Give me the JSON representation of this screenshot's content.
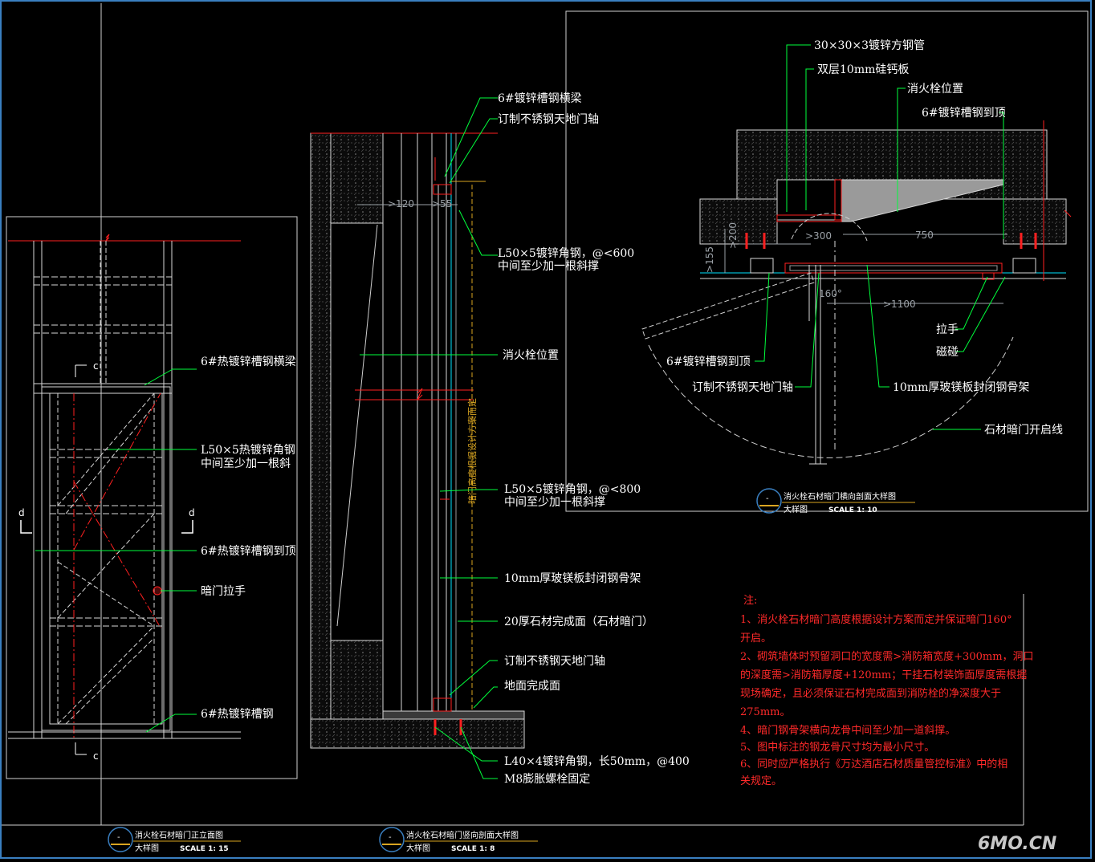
{
  "elevation": {
    "labels": [
      "6#热镀锌槽钢横梁",
      "L50×5热镀锌角钢",
      "中间至少加一根斜",
      "6#热镀锌槽钢到顶",
      "暗门拉手",
      "6#热镀锌槽钢"
    ],
    "section_marks": [
      "c",
      "c",
      "d",
      "d"
    ],
    "title": "消火栓石材暗门正立面图",
    "sub": "大样图",
    "scale": "SCALE 1: 15"
  },
  "vertical": {
    "labels": [
      "6#镀锌槽钢横梁",
      "订制不锈钢天地门轴",
      "L50×5镀锌角钢，@<600",
      "中间至少加一根斜撑",
      "消火栓位置",
      "L50×5镀锌角钢，@<800",
      "中间至少加一根斜撑",
      "10mm厚玻镁板封闭钢骨架",
      "20厚石材完成面（石材暗门）",
      "订制不锈钢天地门轴",
      "地面完成面",
      "L40×4镀锌角钢，长50mm，@400",
      "M8膨胀螺栓固定"
    ],
    "dims": [
      ">120",
      ">55"
    ],
    "vertical_text": "暗门高度根据设计方案而定",
    "title": "消火栓石材暗门竖向剖面大样图",
    "sub": "大样图",
    "scale": "SCALE 1: 8"
  },
  "plan": {
    "labels": [
      "30×30×3镀锌方钢管",
      "双层10mm硅钙板",
      "消火栓位置",
      "6#镀锌槽钢到顶",
      "拉手",
      "磁碰",
      "6#镀锌槽钢到顶",
      "订制不锈钢天地门轴",
      "10mm厚玻镁板封闭钢骨架",
      "石材暗门开启线"
    ],
    "dims": [
      ">300",
      "750",
      ">200",
      ">155",
      "160°",
      ">1100"
    ],
    "title": "消火栓石材暗门横向剖面大样图",
    "sub": "大样图",
    "scale": "SCALE 1: 10"
  },
  "notes": {
    "heading": "注:",
    "lines": [
      "1、消火栓石材暗门高度根据设计方案而定并保证暗门160°",
      "开启。",
      "2、砌筑墙体时预留洞口的宽度需>消防箱宽度+300mm，洞口",
      "的深度需>消防箱厚度+120mm；干挂石材装饰面厚度需根据",
      "现场确定，且必须保证石材完成面到消防栓的净深度大于",
      "275mm。",
      "4、暗门钢骨架横向龙骨中间至少加一道斜撑。",
      "5、图中标注的钢龙骨尺寸均为最小尺寸。",
      "6、同时应严格执行《万达酒店石材质量管控标准》中的相",
      "关规定。"
    ]
  },
  "watermark": "6MO.CN",
  "colors": {
    "frame": "#3a7fc0",
    "leader": "#00ff3c",
    "note": "#ff2a2a",
    "red": "#ff2020",
    "cyan": "#00e5ff"
  }
}
